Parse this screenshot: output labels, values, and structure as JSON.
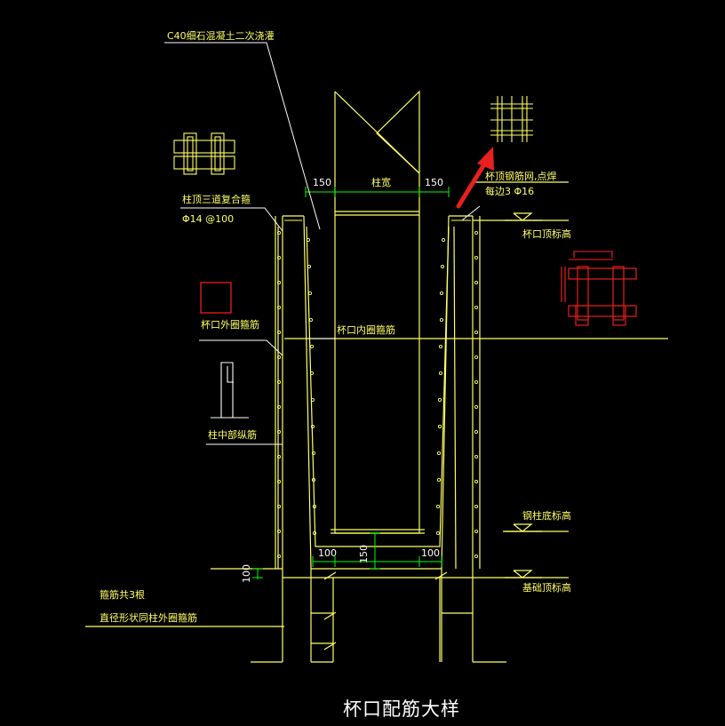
{
  "drawing": {
    "title": "杯口配筋大样",
    "labels": {
      "c40": "C40细石混凝土二次浇灌",
      "dim_150_left": "150",
      "column_width": "柱宽",
      "dim_150_right": "150",
      "top_mesh": "杯顶钢筋网,点焊",
      "mesh_spec": "每边3 Φ16",
      "composite_stirrup": "柱顶三道复合箍",
      "stirrup_spec": "Φ14 @100",
      "cup_top_elev": "杯口顶标高",
      "outer_stirrup": "杯口外圈箍筋",
      "inner_stirrup": "杯口内圈箍筋",
      "middle_rebar": "柱中部纵筋",
      "steel_column_base": "钢柱底标高",
      "dim_100_left": "100",
      "dim_150_bottom": "150",
      "dim_100_right": "100",
      "dim_100_side": "100",
      "foundation_top": "基础顶标高",
      "stirrup_count": "箍筋共3根",
      "stirrup_diameter_note": "直径形状同柱外圈箍筋"
    },
    "colors": {
      "background": "#000000",
      "lines": "#ffff66",
      "dimensions": "#00ff00",
      "leaders": "#ffffff",
      "red_details": "#ff2020",
      "arrow": "#e82020"
    }
  }
}
